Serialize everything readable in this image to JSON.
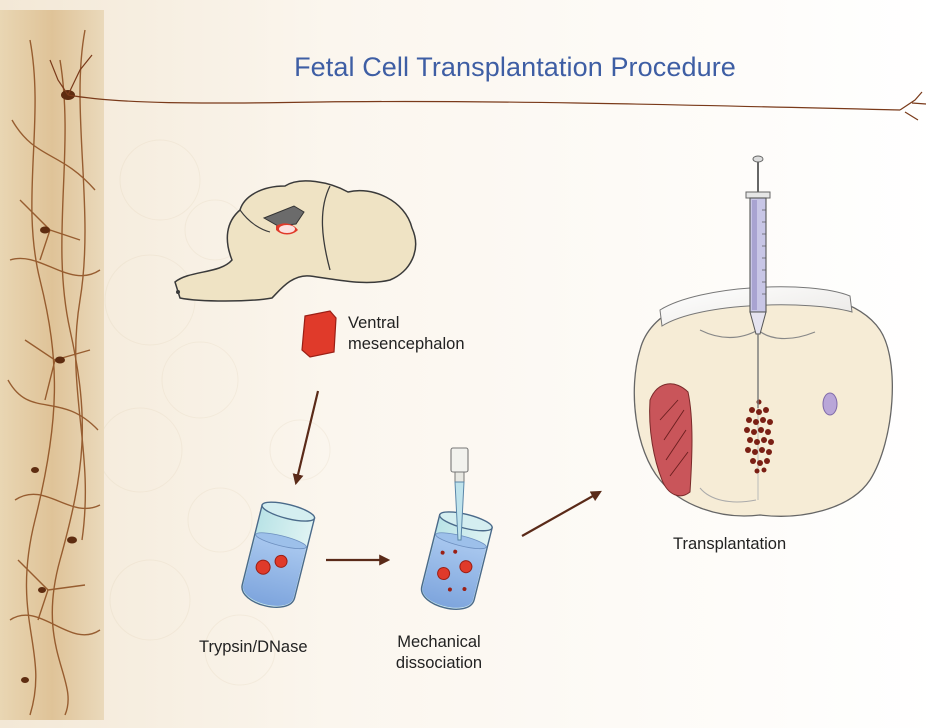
{
  "title": "Fetal Cell Transplantation Procedure",
  "labels": {
    "ventral_mesencephalon": [
      "Ventral",
      "mesencephalon"
    ],
    "trypsin": "Trypsin/DNase",
    "mechanical_dissociation": [
      "Mechanical",
      "dissociation"
    ],
    "transplantation": "Transplantation"
  },
  "colors": {
    "title": "#3e5ea4",
    "arrow": "#5a2a18",
    "tissue": "#e03a2a",
    "brain": "#efe3c4",
    "tube_fluid": "#8fb4e6",
    "neuron_stain": "#8a4a1c"
  },
  "icons": [
    "neuron-stain-strip",
    "embryo-brain-icon",
    "tissue-block-icon",
    "test-tube-icon",
    "pipette-tube-icon",
    "syringe-icon",
    "brain-section-icon",
    "arrow-icon"
  ]
}
